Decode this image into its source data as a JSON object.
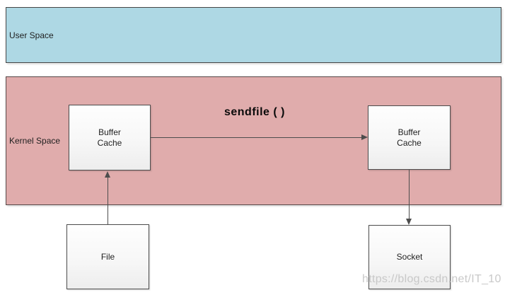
{
  "bands": {
    "user_space": {
      "label": "User Space",
      "fill": "#aed8e4",
      "border": "#464646"
    },
    "kernel_space": {
      "label": "Kernel Space",
      "fill": "#e0acac",
      "border": "#564848"
    }
  },
  "nodes": {
    "buffer_cache_left": {
      "line1": "Buffer",
      "line2": "Cache"
    },
    "buffer_cache_right": {
      "line1": "Buffer",
      "line2": "Cache"
    },
    "file": {
      "label": "File"
    },
    "socket": {
      "label": "Socket"
    }
  },
  "annotations": {
    "sendfile_call": "sendfile ( )",
    "watermark": "https://blog.csdn.net/IT_10"
  },
  "arrows": [
    {
      "name": "sendfile-arrow",
      "from": "buffer_cache_left",
      "to": "buffer_cache_right",
      "direction": "right"
    },
    {
      "name": "file-to-buffer-arrow",
      "from": "file",
      "to": "buffer_cache_left",
      "direction": "up"
    },
    {
      "name": "buffer-to-socket-arrow",
      "from": "buffer_cache_right",
      "to": "socket",
      "direction": "down"
    }
  ]
}
